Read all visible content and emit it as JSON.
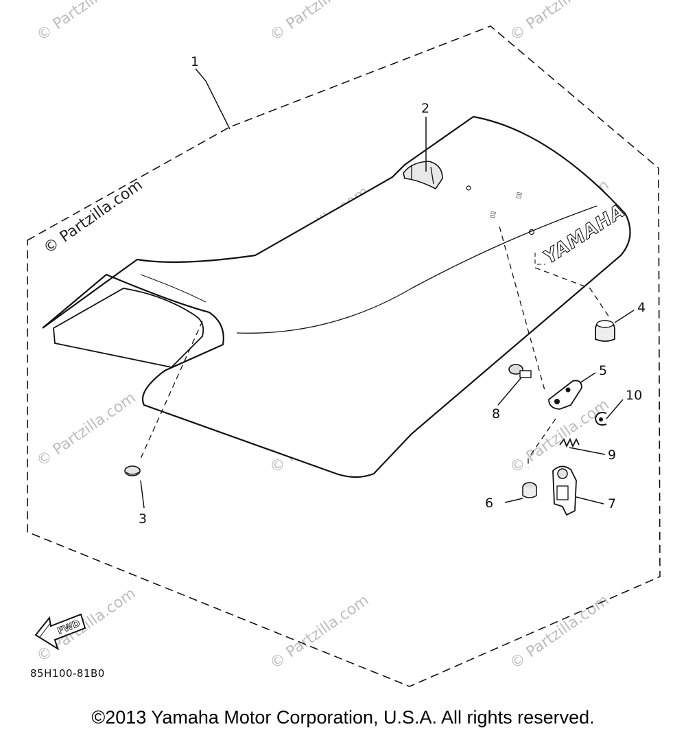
{
  "diagram": {
    "callouts": [
      {
        "num": "1"
      },
      {
        "num": "2"
      },
      {
        "num": "3"
      },
      {
        "num": "4"
      },
      {
        "num": "5"
      },
      {
        "num": "6"
      },
      {
        "num": "7"
      },
      {
        "num": "8"
      },
      {
        "num": "9"
      },
      {
        "num": "10"
      }
    ],
    "logo_text": "YAMAHA",
    "fwd_label": "FWD",
    "diagram_code": "85H100-81B0",
    "watermark": "© Partzilla.com"
  },
  "copyright": "©2013 Yamaha Motor Corporation, U.S.A. All rights reserved."
}
